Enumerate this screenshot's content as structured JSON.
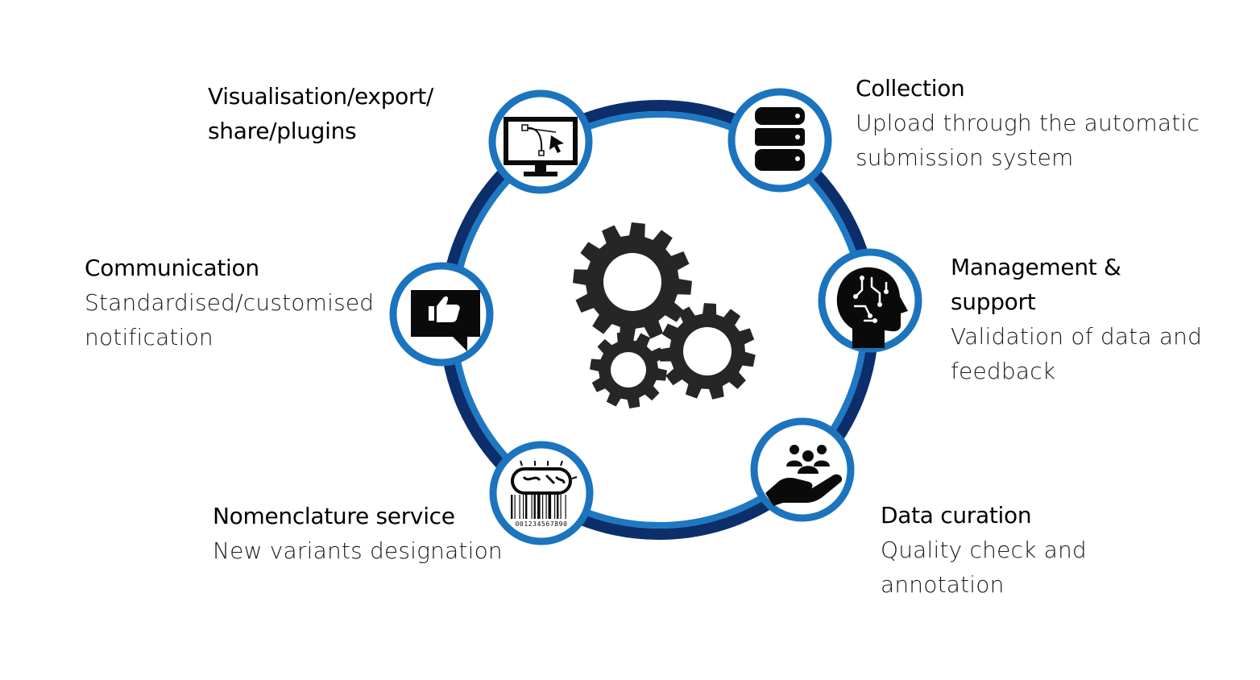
{
  "colors": {
    "outer_ring": "#0c2f6b",
    "inner_ring": "#1e78c2",
    "node_ring": "#1b74bd",
    "icon": "#0a0a0a",
    "gear": "#262626"
  },
  "nodes": [
    {
      "id": "collection",
      "icon": "database-icon",
      "title": "Collection",
      "desc_lines": [
        "Upload through the automatic",
        "submission system"
      ]
    },
    {
      "id": "management",
      "icon": "brain-head-icon",
      "title_lines": [
        "Management &",
        "support"
      ],
      "desc_lines": [
        "Validation of data and",
        "feedback"
      ]
    },
    {
      "id": "curation",
      "icon": "hand-people-icon",
      "title": "Data curation",
      "desc_lines": [
        "Quality  check and",
        "annotation"
      ]
    },
    {
      "id": "nomenclature",
      "icon": "bacterium-barcode-icon",
      "title": "Nomenclature service",
      "desc_lines": [
        "New variants designation"
      ],
      "barcode_digits": "001234567890"
    },
    {
      "id": "communication",
      "icon": "thumbs-up-bubble-icon",
      "title": "Communication",
      "desc_lines": [
        "Standardised/customised",
        "notification"
      ]
    },
    {
      "id": "visualisation",
      "icon": "monitor-vector-icon",
      "title_lines": [
        "Visualisation/export/",
        "share/plugins"
      ]
    }
  ],
  "center_icon": "gears-icon"
}
